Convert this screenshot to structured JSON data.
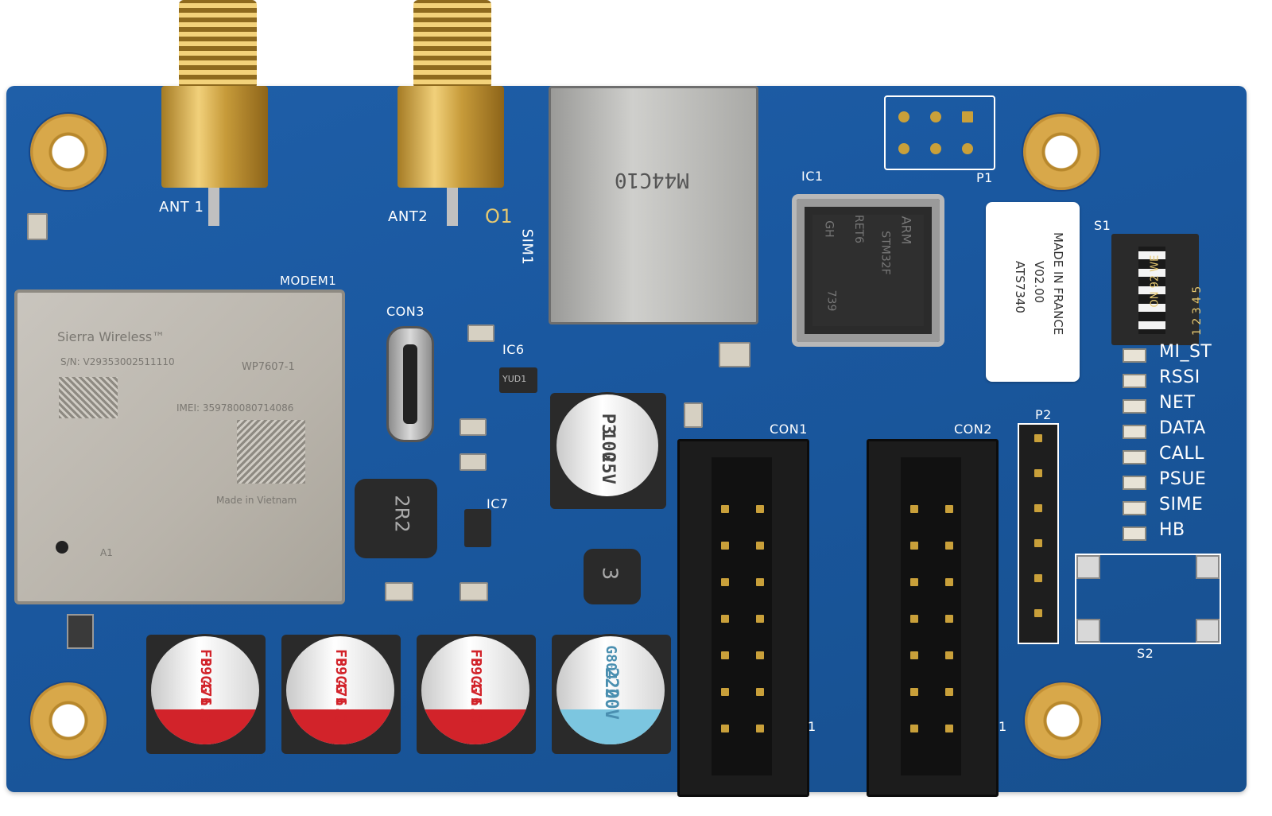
{
  "board": {
    "antennas": [
      "ANT 1",
      "ANT2"
    ],
    "sim_label": "SIM1",
    "sim_marker": "O1",
    "sim_slot_marking": "M44C10",
    "modem_label": "MODEM1",
    "modem": {
      "brand": "Sierra Wireless™",
      "sn": "S/N: V29353002511110",
      "model": "WP7607-1",
      "imei": "IMEI: 359780080714086",
      "origin": "Made in Vietnam",
      "corner": "A1"
    },
    "connectors": {
      "con3": "CON3",
      "con1": "CON1",
      "con2": "CON2",
      "p1": "P1",
      "p2": "P2",
      "ic1": "IC1",
      "ic6": "IC6",
      "ic7": "IC7",
      "s1": "S1",
      "s2": "S2",
      "pin_one": "1"
    },
    "mcu_marking": [
      "ARM",
      "STM32F",
      "RET6",
      "GH",
      "739"
    ],
    "ic6_marking": "YUD1",
    "sticker": [
      "ATS7340",
      "V02.00",
      "MADE IN FRANCE"
    ],
    "dip_switch": {
      "text": "ON 92 WE",
      "numbers": "1 2 3 4 5"
    },
    "leds": [
      "MI_ST",
      "RSSI",
      "NET",
      "DATA",
      "CALL",
      "PSUE",
      "SIME",
      "HB"
    ],
    "inductors": [
      "2R2",
      "3"
    ],
    "capacitors": [
      {
        "lines": [
          "FP",
          "89CG",
          "471",
          "6.3"
        ],
        "stripe": "#d2232a"
      },
      {
        "lines": [
          "FP",
          "89CG",
          "471",
          "6.3"
        ],
        "stripe": "#d2232a"
      },
      {
        "lines": [
          "FP",
          "89CG",
          "471",
          "6.3"
        ],
        "stripe": "#d2232a"
      },
      {
        "lines": [
          "G804",
          "220",
          "20V"
        ],
        "stripe": "#7cc6e0"
      }
    ],
    "cap_p3": [
      "P3",
      "100",
      "25V"
    ],
    "colors": {
      "pcb": "#1a58a0",
      "gold": "#d8a84a",
      "silkscreen": "#ffffff"
    }
  }
}
